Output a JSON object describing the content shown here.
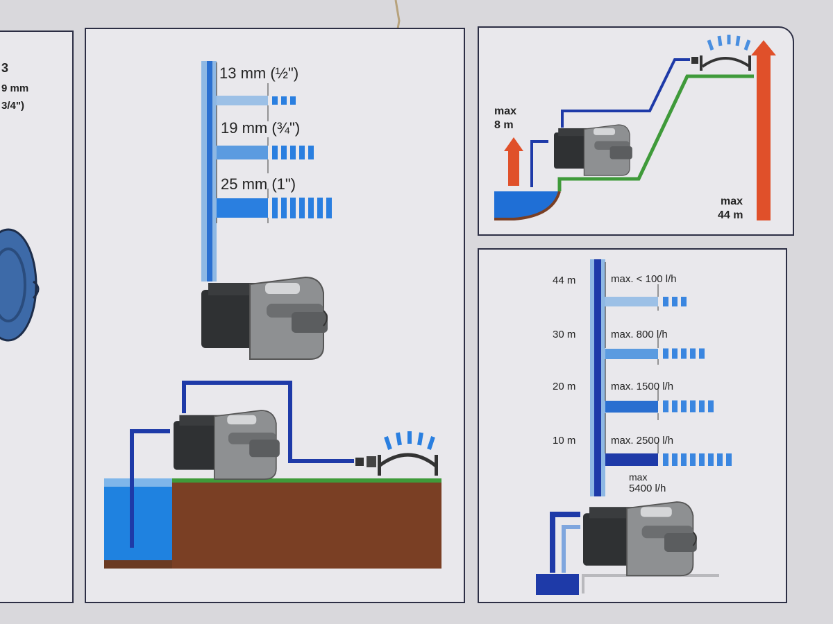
{
  "left_partial": {
    "lines": [
      "3",
      "9 mm",
      "3/4\")"
    ]
  },
  "hose_sizes": [
    {
      "label": "13 mm (½\")",
      "segments": 3
    },
    {
      "label": "19 mm (¾\")",
      "segments": 5
    },
    {
      "label": "25 mm (1\")",
      "segments": 7
    }
  ],
  "suction_lift": {
    "label_line1": "max",
    "label_line2": "8 m"
  },
  "delivery_head": {
    "label_line1": "max",
    "label_line2": "44 m"
  },
  "flow_table": {
    "rows": [
      {
        "height": "44 m",
        "flow": "max. < 100 l/h",
        "segments": 3
      },
      {
        "height": "30 m",
        "flow": "max. 800 l/h",
        "segments": 5
      },
      {
        "height": "20 m",
        "flow": "max. 1500 l/h",
        "segments": 6
      },
      {
        "height": "10 m",
        "flow": "max. 2500 l/h",
        "segments": 8
      }
    ],
    "base_line1": "max",
    "base_line2": "5400 l/h"
  },
  "colors": {
    "water_blue": "#1f6fd6",
    "pipe_navy": "#1e3aa8",
    "hose_green": "#3f9a3a",
    "arrow_red": "#e0502a",
    "soil_brown": "#7a3f24",
    "pump_dark": "#2f3133",
    "pump_grey": "#8e9092"
  }
}
